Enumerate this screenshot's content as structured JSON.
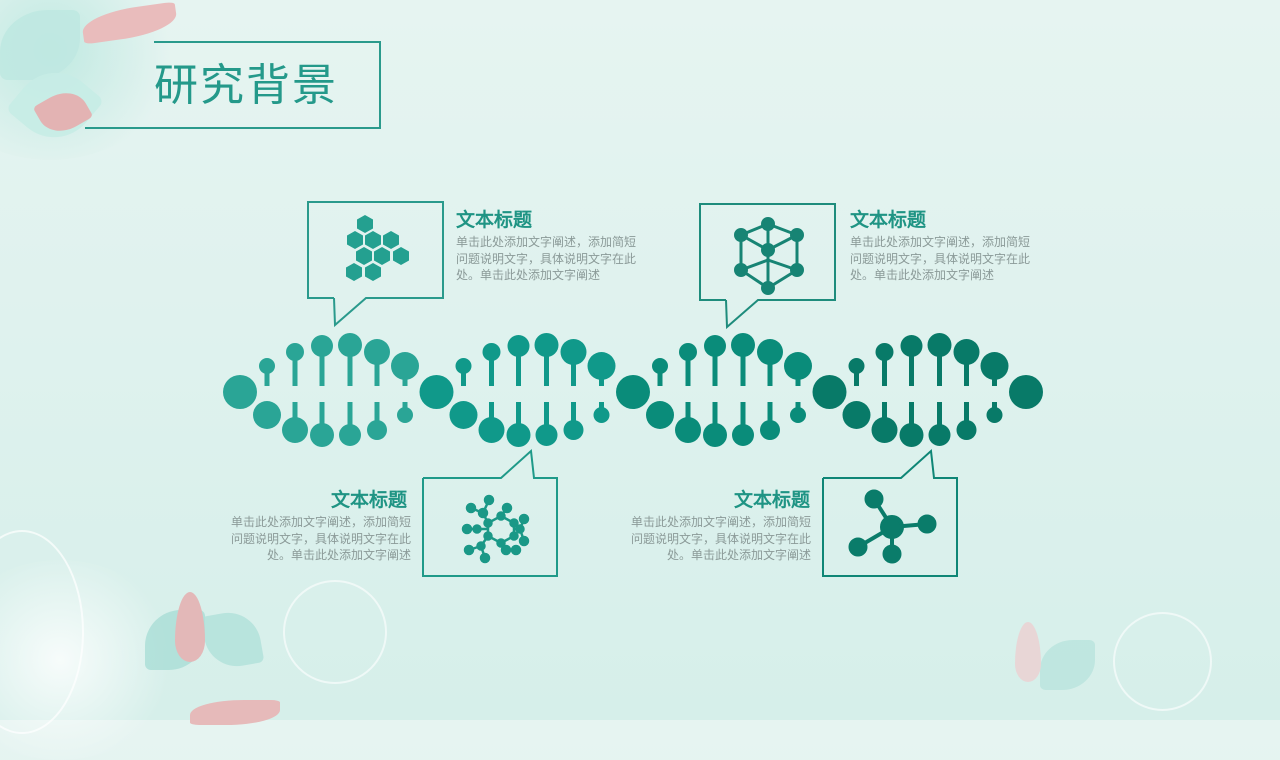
{
  "slide": {
    "title": "研究背景",
    "accent_color": "#2a9a8c",
    "background_color": "#e0f3ef"
  },
  "items": [
    {
      "icon": "hexagon-cluster-icon",
      "title": "文本标题",
      "desc_lines": [
        "单击此处添加文字阐述，添加简短",
        "问题说明文字，具体说明文字在此",
        "处。单击此处添加文字阐述"
      ]
    },
    {
      "icon": "cube-network-icon",
      "title": "文本标题",
      "desc_lines": [
        "单击此处添加文字阐述，添加简短",
        "问题说明文字，具体说明文字在此",
        "处。单击此处添加文字阐述"
      ]
    },
    {
      "icon": "benzene-molecule-icon",
      "title": "文本标题",
      "desc_lines": [
        "单击此处添加文字阐述，添加简短",
        "问题说明文字，具体说明文字在此",
        "处。单击此处添加文字阐述"
      ]
    },
    {
      "icon": "molecule-node-icon",
      "title": "文本标题",
      "desc_lines": [
        "单击此处添加文字阐述，添加简短",
        "问题说明文字，具体说明文字在此",
        "处。单击此处添加文字阐述"
      ]
    }
  ],
  "dna": {
    "segments": 4,
    "colors": [
      "#2aa596",
      "#10998a",
      "#0a8c7a",
      "#087a68"
    ]
  }
}
